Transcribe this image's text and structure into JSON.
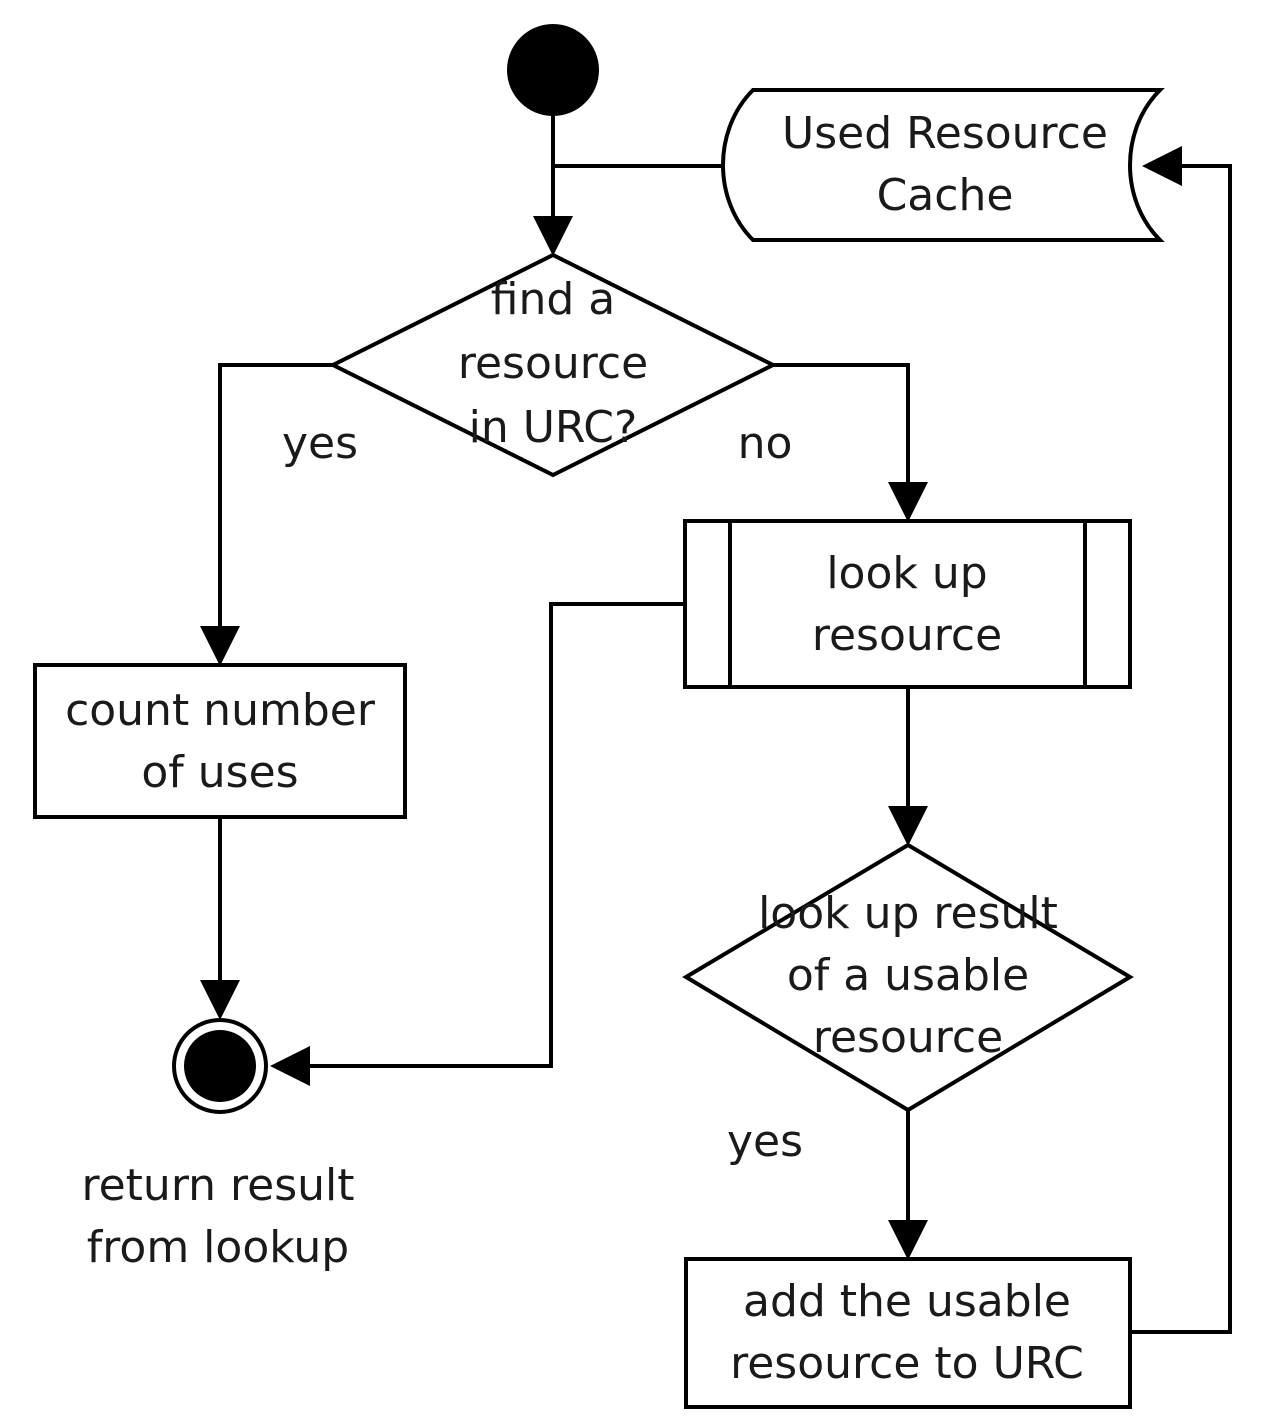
{
  "diagram": {
    "cache_label": [
      "Used Resource",
      "Cache"
    ],
    "decision_find_label": [
      "find a",
      "resource",
      "in URC?"
    ],
    "edge_yes_left": "yes",
    "edge_no": "no",
    "lookup_label": [
      "look up",
      "resource"
    ],
    "count_label": [
      "count number",
      "of uses"
    ],
    "decision_usable_label": [
      "look up result",
      "of a usable",
      "resource"
    ],
    "edge_yes_bottom": "yes",
    "add_label": [
      "add the usable",
      "resource to URC"
    ],
    "final_label": [
      "return result",
      "from lookup"
    ]
  }
}
